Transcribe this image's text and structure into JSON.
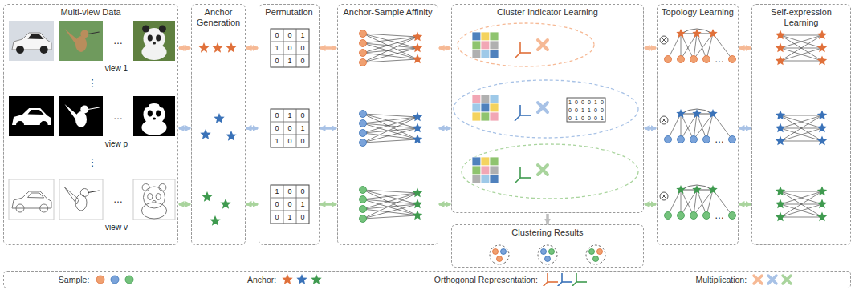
{
  "diagram": {
    "nodes": [
      {
        "text": [
          "Multi-view Data"
        ]
      },
      {
        "text": [
          "Anchor Generation"
        ]
      },
      {
        "text": [
          "Permutation"
        ]
      },
      {
        "text": [
          "Anchor-Sample Affinity"
        ]
      },
      {
        "text": [
          "Cluster Indicator Learning"
        ]
      },
      {
        "text": [
          "Clustering Results"
        ]
      },
      {
        "text": [
          "Topology Learning"
        ]
      },
      {
        "text": [
          "Self-expression Learning"
        ]
      }
    ],
    "edges": [
      {
        "from": 0,
        "to": 1,
        "arrow": "both"
      },
      {
        "from": 0,
        "to": 1,
        "arrow": "both"
      },
      {
        "from": 0,
        "to": 1,
        "arrow": "both"
      },
      {
        "from": 1,
        "to": 2,
        "arrow": "both"
      },
      {
        "from": 1,
        "to": 2,
        "arrow": "both"
      },
      {
        "from": 1,
        "to": 2,
        "arrow": "both"
      },
      {
        "from": 2,
        "to": 3,
        "arrow": "both"
      },
      {
        "from": 2,
        "to": 3,
        "arrow": "both"
      },
      {
        "from": 2,
        "to": 3,
        "arrow": "both"
      },
      {
        "from": 3,
        "to": 4,
        "arrow": "both"
      },
      {
        "from": 3,
        "to": 4,
        "arrow": "both"
      },
      {
        "from": 3,
        "to": 4,
        "arrow": "both"
      },
      {
        "from": 4,
        "to": 6,
        "arrow": "both"
      },
      {
        "from": 4,
        "to": 6,
        "arrow": "both"
      },
      {
        "from": 4,
        "to": 6,
        "arrow": "both"
      },
      {
        "from": 6,
        "to": 7,
        "arrow": "both"
      },
      {
        "from": 6,
        "to": 7,
        "arrow": "both"
      },
      {
        "from": 6,
        "to": 7,
        "arrow": "both"
      },
      {
        "from": 4,
        "to": 5,
        "arrow": "to"
      }
    ],
    "labels": [
      "view 1",
      "⋮",
      "view p",
      "⋮",
      "view v",
      "…",
      "…",
      "…",
      "…",
      "…",
      "…",
      "0",
      "0",
      "1",
      "1",
      "0",
      "0",
      "0",
      "1",
      "0",
      "0",
      "1",
      "0",
      "0",
      "0",
      "1",
      "1",
      "0",
      "0",
      "1",
      "0",
      "0",
      "0",
      "0",
      "1",
      "0",
      "1",
      "0",
      "1",
      "0",
      "0",
      "0",
      "1",
      "0",
      "0",
      "0",
      "1",
      "1",
      "0",
      "0",
      "0",
      "1",
      "0",
      "0",
      "0",
      "1"
    ],
    "legend": [
      {
        "text": "Sample:"
      },
      {
        "text": "Anchor:"
      },
      {
        "text": "Orthogonal Representation:"
      },
      {
        "text": "Multiplication:"
      }
    ]
  }
}
